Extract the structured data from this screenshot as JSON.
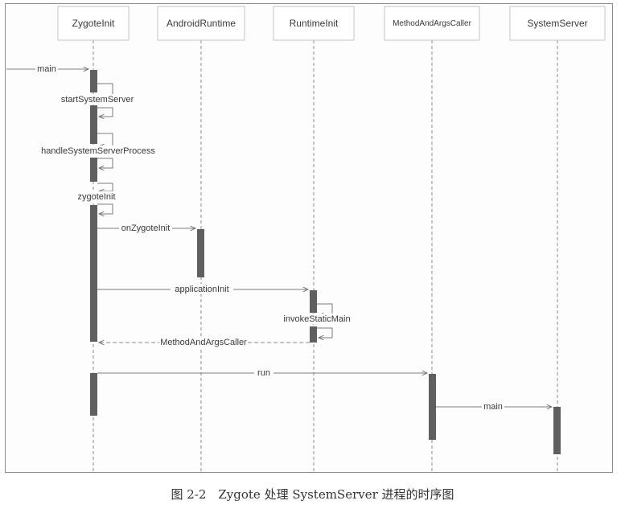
{
  "participants": [
    {
      "id": "zygote",
      "label": "ZygoteInit"
    },
    {
      "id": "android",
      "label": "AndroidRuntime"
    },
    {
      "id": "runtime",
      "label": "RuntimeInit"
    },
    {
      "id": "method",
      "label": "MethodAndArgsCaller"
    },
    {
      "id": "system",
      "label": "SystemServer"
    }
  ],
  "messages": [
    {
      "from": "external",
      "to": "zygote",
      "label": "main",
      "kind": "sync"
    },
    {
      "from": "zygote",
      "to": "zygote",
      "label": "startSystemServer",
      "kind": "self"
    },
    {
      "from": "zygote",
      "to": "zygote",
      "label": "handleSystemServerProcess",
      "kind": "self"
    },
    {
      "from": "zygote",
      "to": "zygote",
      "label": "zygoteInit",
      "kind": "self"
    },
    {
      "from": "zygote",
      "to": "android",
      "label": "onZygoteInit",
      "kind": "sync"
    },
    {
      "from": "zygote",
      "to": "runtime",
      "label": "applicationInit",
      "kind": "sync"
    },
    {
      "from": "runtime",
      "to": "runtime",
      "label": "invokeStaticMain",
      "kind": "self"
    },
    {
      "from": "runtime",
      "to": "zygote",
      "label": "MethodAndArgsCaller",
      "kind": "return"
    },
    {
      "from": "zygote",
      "to": "method",
      "label": "run",
      "kind": "sync"
    },
    {
      "from": "method",
      "to": "system",
      "label": "main",
      "kind": "sync"
    }
  ],
  "caption": "图 2-2　Zygote 处理 SystemServer 进程的时序图",
  "colors": {
    "activation": "#5f5f5f",
    "line": "#8c8c8c",
    "box_border": "#c4c4c4",
    "text": "#3a3a3a"
  }
}
